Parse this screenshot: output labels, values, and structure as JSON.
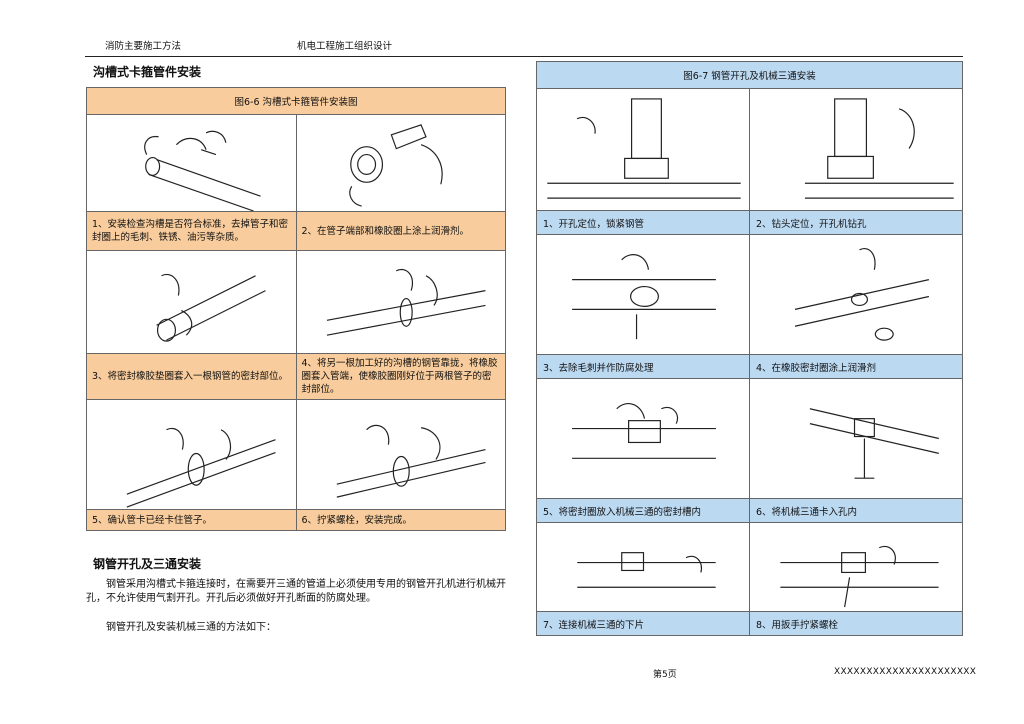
{
  "header": {
    "left": "消防主要施工方法",
    "center": "机电工程施工组织设计"
  },
  "section1": {
    "title": "沟槽式卡箍管件安装",
    "caption": "图6-6   沟槽式卡箍管件安装图",
    "steps": [
      "1、安装检查沟槽是否符合标准，去掉管子和密封圈上的毛刺、铁锈、油污等杂质。",
      "2、在管子端部和橡胶圈上涂上润滑剂。",
      "3、将密封橡胶垫圈套入一根钢管的密封部位。",
      "4、将另一根加工好的沟槽的钢管靠拢，将橡胶圈套入管端，使橡胶圈刚好位于两根管子的密封部位。",
      "5、确认管卡已经卡住管子。",
      "6、拧紧螺栓，安装完成。"
    ]
  },
  "section2": {
    "title": "钢管开孔及三通安装",
    "para1": "钢管采用沟槽式卡箍连接时，在需要开三通的管道上必须使用专用的钢管开孔机进行机械开孔，不允许使用气割开孔。开孔后必须做好开孔断面的防腐处理。",
    "para2": "钢管开孔及安装机械三通的方法如下：",
    "caption": "图6-7   钢管开孔及机械三通安装",
    "steps": [
      "1、开孔定位，锁紧钢管",
      "2、钻头定位，开孔机钻孔",
      "3、去除毛刺并作防腐处理",
      "4、在橡胶密封圈涂上润滑剂",
      "5、将密封圈放入机械三通的密封槽内",
      "6、将机械三通卡入孔内",
      "7、连接机械三通的下片",
      "8、用扳手拧紧螺栓"
    ]
  },
  "footer": {
    "page": "第5页",
    "code": "XXXXXXXXXXXXXXXXXXXXXX"
  }
}
